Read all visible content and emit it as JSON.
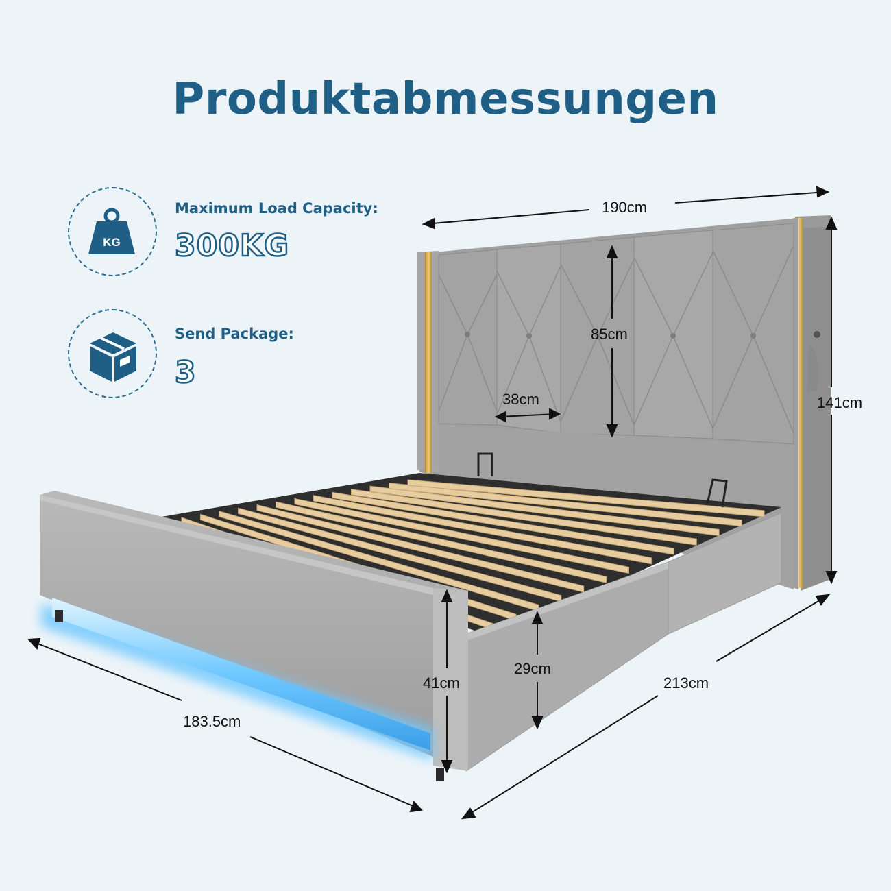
{
  "title": "Produktabmessungen",
  "info": {
    "load_label": "Maximum Load Capacity:",
    "load_value": "300KG",
    "weight_icon_text": "KG",
    "package_label": "Send Package:",
    "package_value": "3"
  },
  "dimensions": {
    "width_total": "190cm",
    "headboard_panel_height": "85cm",
    "headboard_panel_width": "38cm",
    "total_height": "141cm",
    "footboard_height": "41cm",
    "side_rail_height": "29cm",
    "length_total": "213cm",
    "footboard_width": "183.5cm"
  },
  "colors": {
    "brand_blue": "#1f5f86",
    "fabric_grey": "#a9a9a9",
    "gold_trim": "#d4a93a",
    "led_blue": "#6fc8ff",
    "slat_wood": "#e8cfa5"
  },
  "icons": [
    "weight-icon",
    "package-box-icon"
  ]
}
